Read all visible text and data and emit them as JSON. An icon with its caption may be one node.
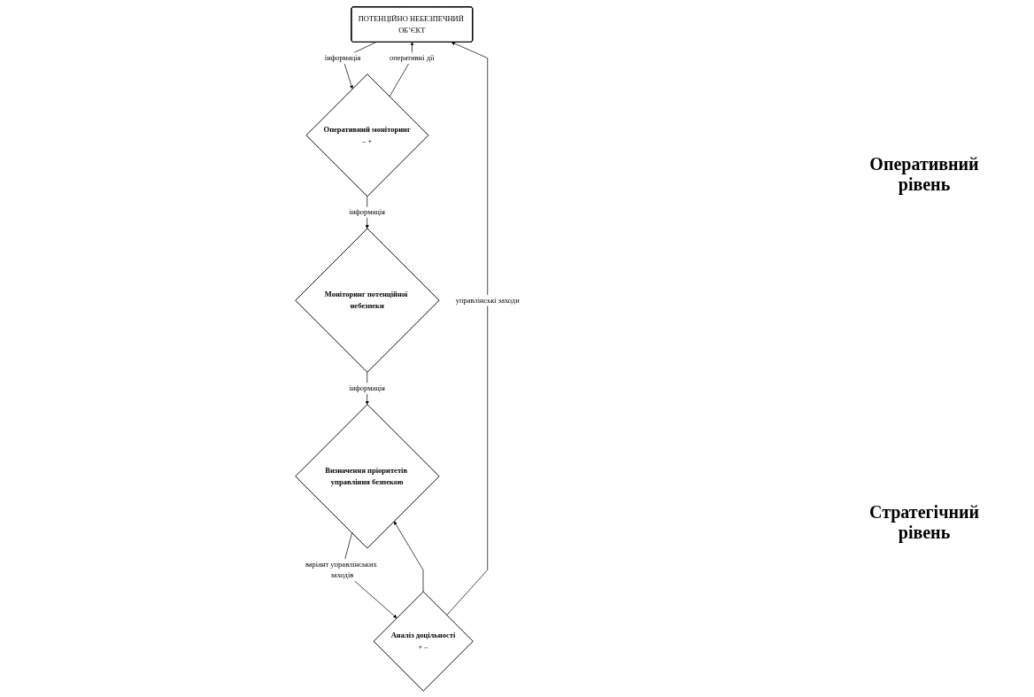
{
  "diagram": {
    "nodes": [
      {
        "text": [
          "ПОТЕНЦІЙНО НЕБЕЗПЕЧНИЙ ОБ’ЄКТ"
        ]
      },
      {
        "text": [
          "Оперативний моніторинг",
          "–",
          "+"
        ]
      },
      {
        "text": [
          "Моніторинг потенційної небезпеки"
        ]
      },
      {
        "text": [
          "Визначення пріоритетів управління безпекою"
        ]
      },
      {
        "text": [
          "Аналіз доцільності",
          "+",
          "–"
        ]
      }
    ],
    "edges": [
      {
        "from": 0,
        "to": 1,
        "arrow": "to",
        "label": "інформація"
      },
      {
        "from": 1,
        "to": 0,
        "arrow": "to",
        "label": "оперативні дії"
      },
      {
        "from": 1,
        "to": 2,
        "arrow": "to",
        "label": "інформація"
      },
      {
        "from": 2,
        "to": 3,
        "arrow": "to",
        "label": "інформація"
      },
      {
        "from": 3,
        "to": 4,
        "arrow": "to",
        "label": "варіант управлінських заходів"
      },
      {
        "from": 4,
        "to": 3,
        "arrow": "to"
      },
      {
        "from": 4,
        "to": 0,
        "arrow": "to",
        "label": "управлінські заходи"
      }
    ],
    "labels": [
      "Оперативний рівень",
      "Стратегічний рівень"
    ]
  }
}
